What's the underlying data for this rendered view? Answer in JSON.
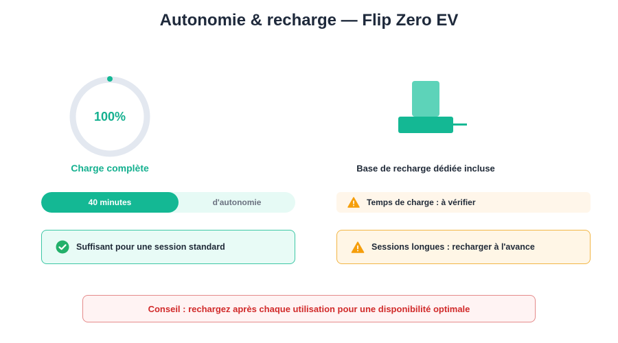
{
  "title": "Autonomie & recharge — Flip Zero EV",
  "battery": {
    "value_label": "100%",
    "level_fraction": 1.0,
    "status_label": "Charge complète"
  },
  "charger": {
    "label": "Base de recharge dédiée incluse"
  },
  "autonomy": {
    "value_label": "40 minutes",
    "suffix_label": "d'autonomie"
  },
  "charge_time": {
    "label": "Temps de charge : à vérifier"
  },
  "session_ok": {
    "label": "Suffisant pour une session standard"
  },
  "session_long": {
    "label": "Sessions longues : recharger à l'avance"
  },
  "tip": {
    "label": "Conseil : rechargez après chaque utilisation pour une disponibilité optimale"
  },
  "colors": {
    "accent": "#14b894",
    "warning": "#f59e0b",
    "danger": "#d12a2a"
  }
}
